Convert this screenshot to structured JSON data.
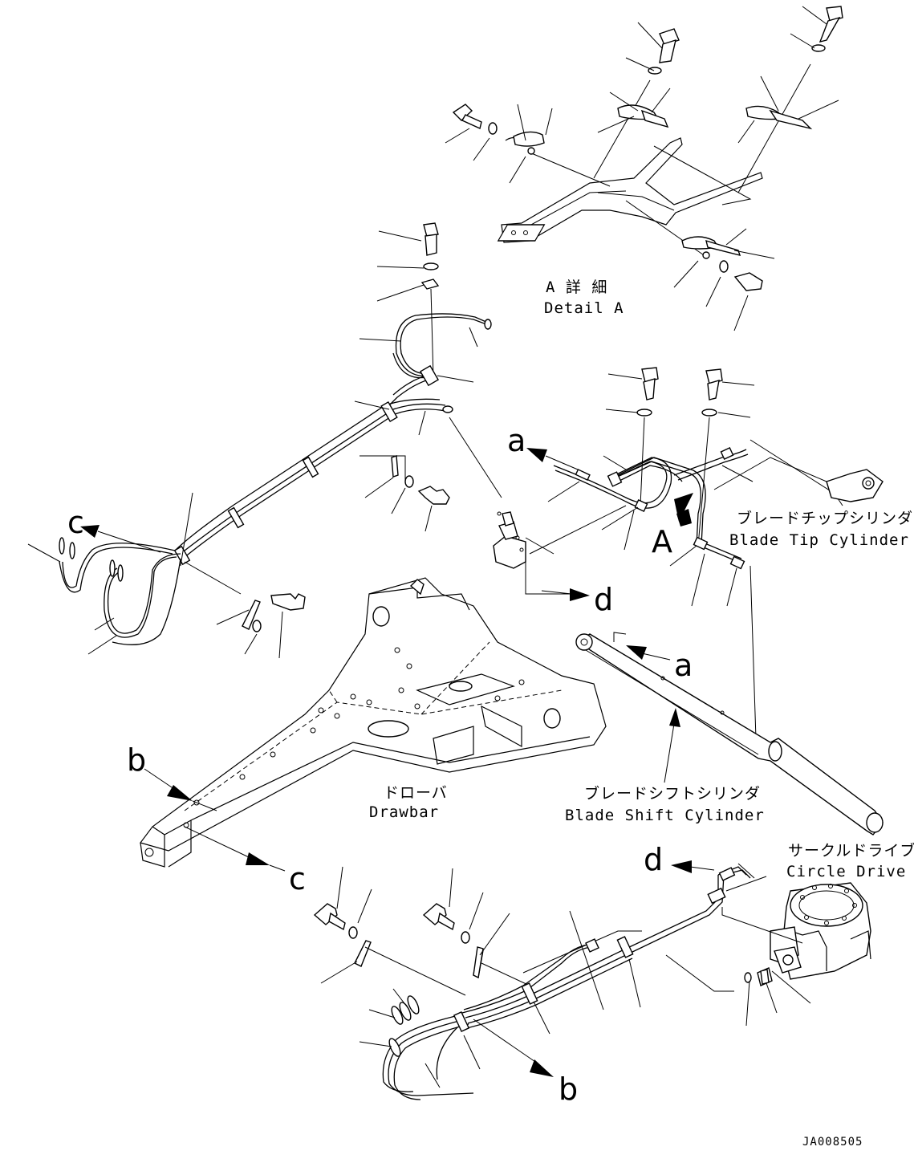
{
  "labels": {
    "detail_a_jp": "A 詳 細",
    "detail_a_en": "Detail A",
    "blade_tip_jp": "ブレードチップシリンダ",
    "blade_tip_en": "Blade Tip Cylinder",
    "drawbar_jp": "ドローバ",
    "drawbar_en": "Drawbar",
    "blade_shift_jp": "ブレードシフトシリンダ",
    "blade_shift_en": "Blade Shift Cylinder",
    "circle_drive_jp": "サークルドライブ",
    "circle_drive_en": "Circle Drive",
    "figure_id": "JA008505"
  },
  "callouts": {
    "a1": "a",
    "a2": "a",
    "A": "A",
    "b1": "b",
    "b2": "b",
    "c1": "c",
    "c2": "c",
    "d1": "d",
    "d2": "d"
  }
}
